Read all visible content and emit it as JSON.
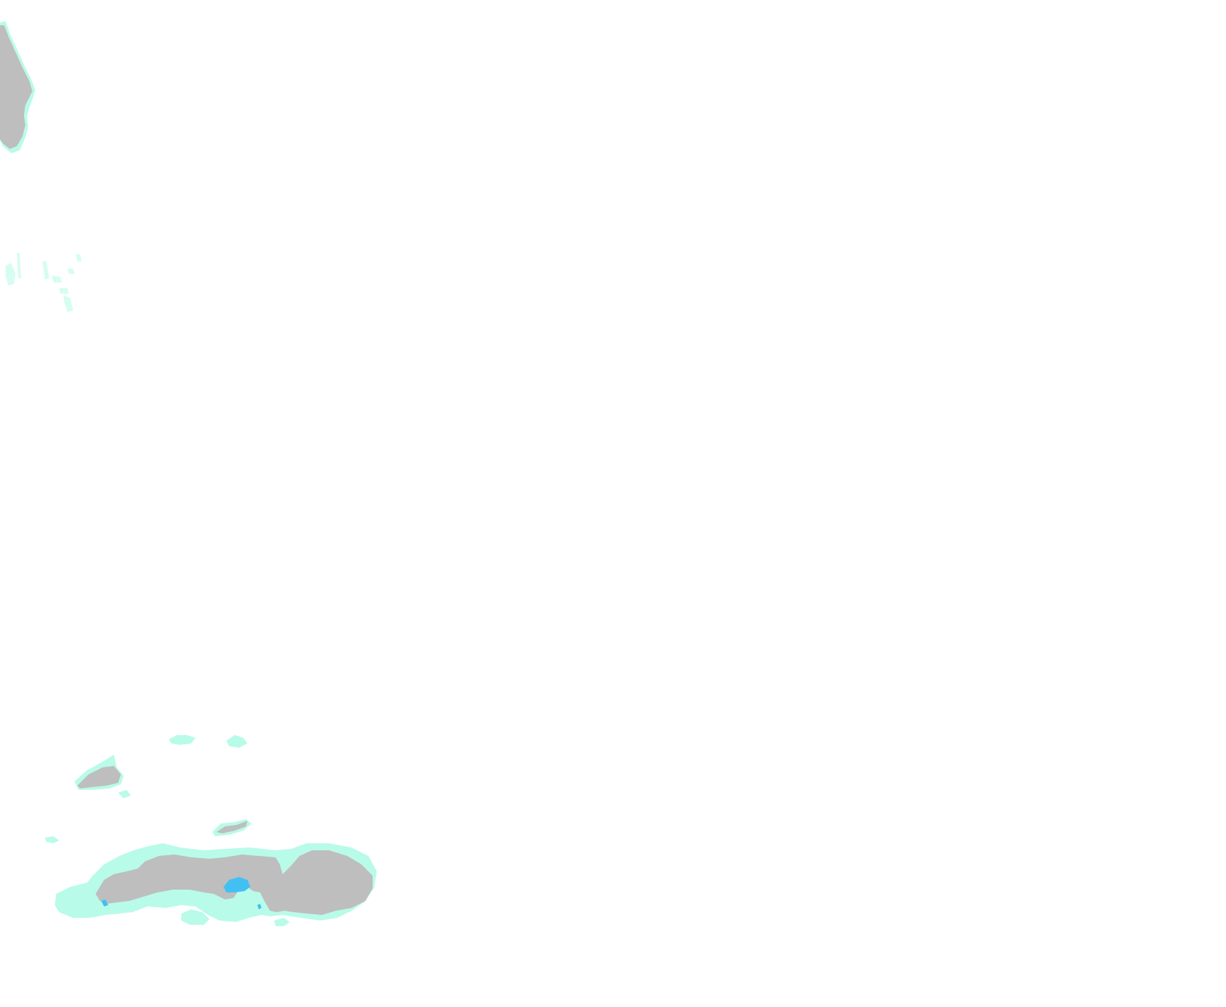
{
  "map": {
    "background_color": "#ffffff",
    "colors": {
      "land": "#bebebe",
      "shallow_water": "#b8fbe8",
      "shallow_water_light": "#d6fdf2",
      "lake": "#42c0f4"
    },
    "features": [
      {
        "name": "landmass-north-west",
        "kind": "land"
      },
      {
        "name": "landmass-north-west-fringe",
        "kind": "shallow_water"
      },
      {
        "name": "reef-fragments-west",
        "kind": "shallow_water"
      },
      {
        "name": "islet-north-a",
        "kind": "shallow_water"
      },
      {
        "name": "islet-north-b",
        "kind": "shallow_water"
      },
      {
        "name": "island-west",
        "kind": "land"
      },
      {
        "name": "island-west-fringe",
        "kind": "shallow_water"
      },
      {
        "name": "island-central",
        "kind": "land"
      },
      {
        "name": "island-central-fringe",
        "kind": "shallow_water"
      },
      {
        "name": "islet-far-west",
        "kind": "shallow_water"
      },
      {
        "name": "main-island",
        "kind": "land"
      },
      {
        "name": "main-island-fringe",
        "kind": "shallow_water"
      },
      {
        "name": "south-shoal-a",
        "kind": "shallow_water"
      },
      {
        "name": "south-shoal-b",
        "kind": "shallow_water"
      },
      {
        "name": "south-shoal-c",
        "kind": "shallow_water"
      },
      {
        "name": "lagoon",
        "kind": "lake"
      },
      {
        "name": "pond-west",
        "kind": "lake"
      },
      {
        "name": "pond-south",
        "kind": "lake"
      }
    ]
  }
}
